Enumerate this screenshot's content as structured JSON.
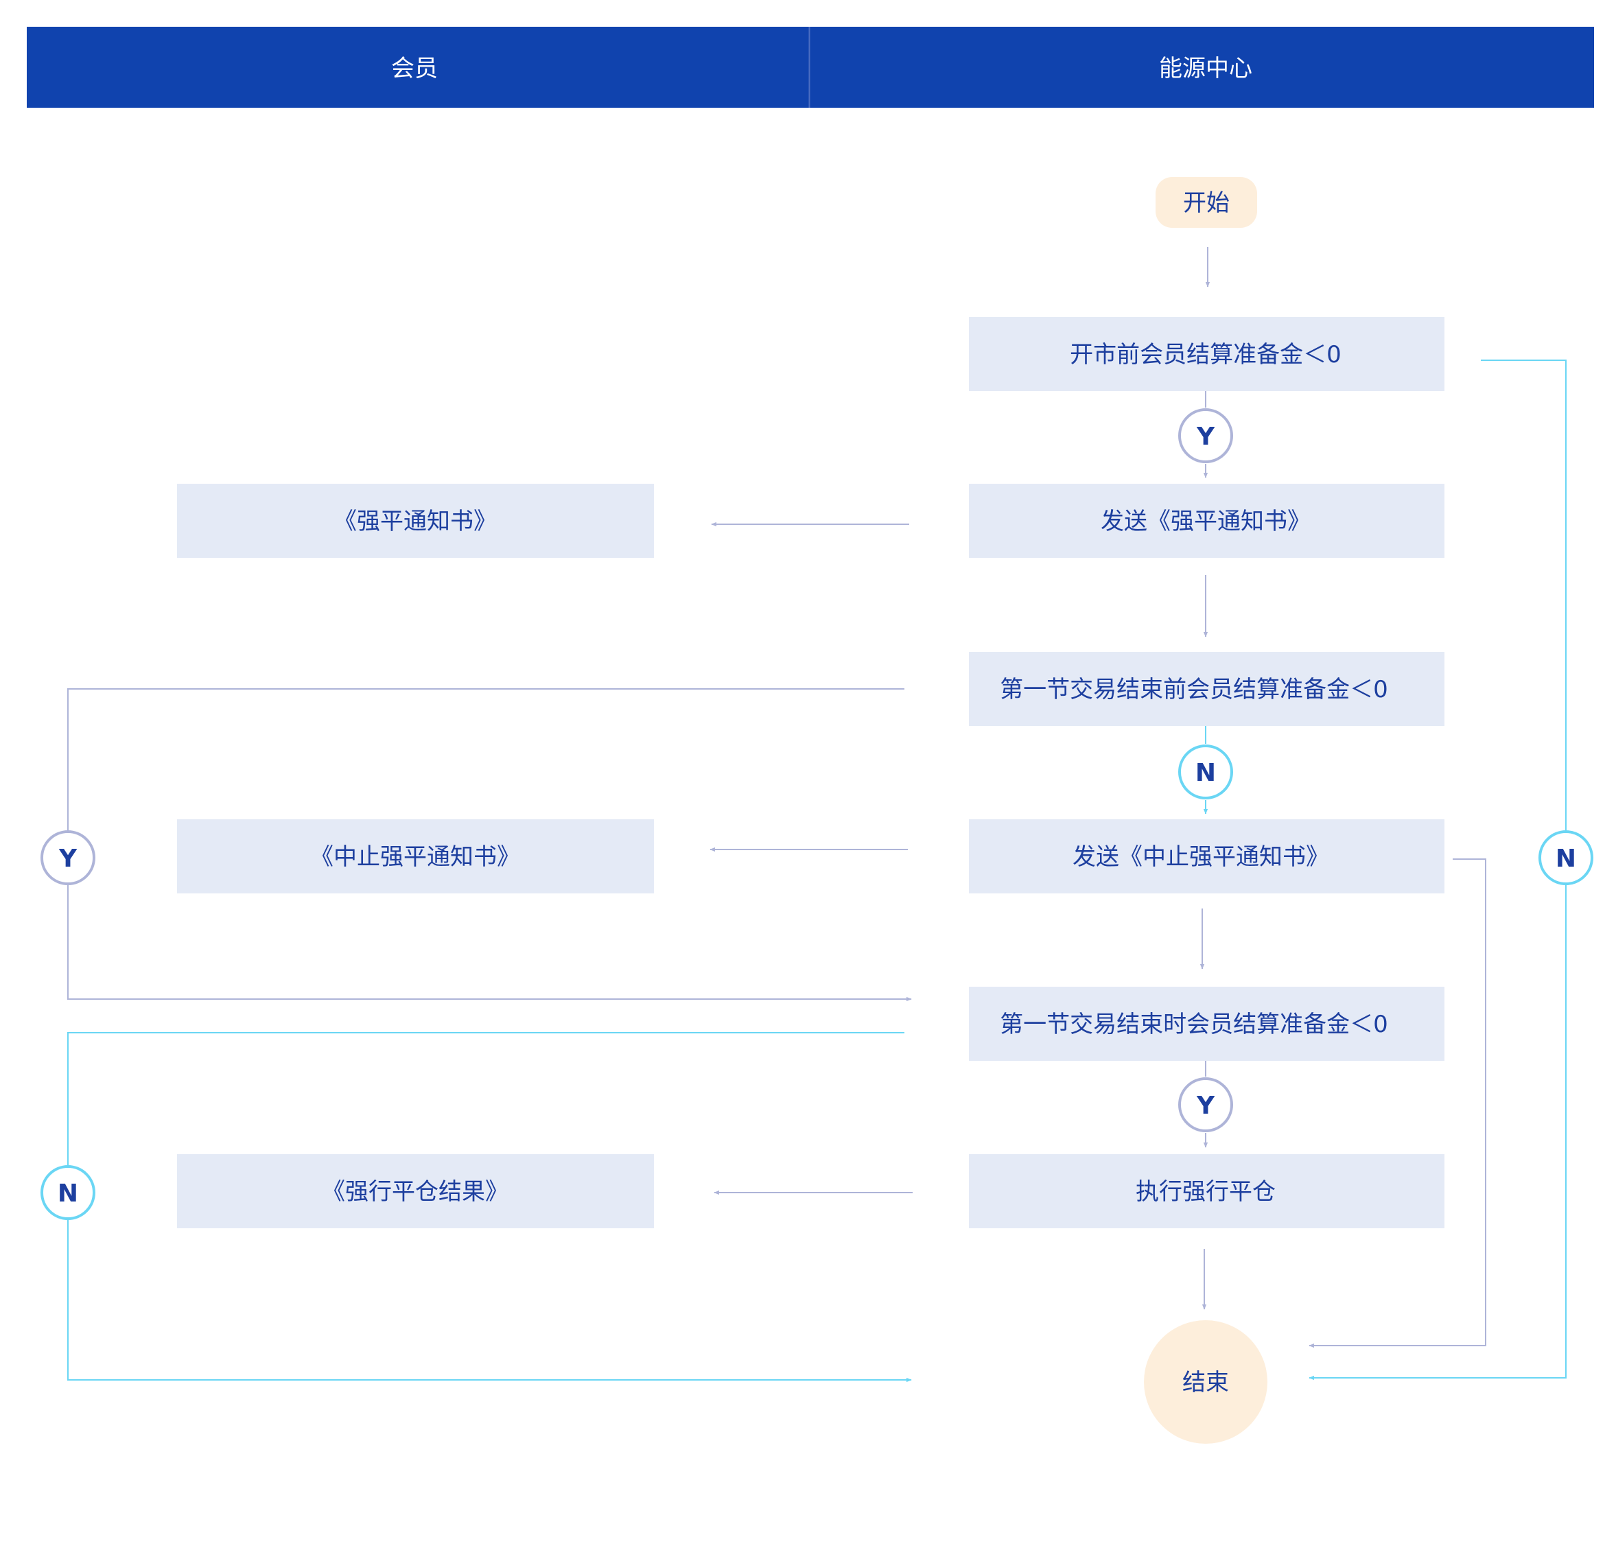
{
  "header": {
    "member_lane": "会员",
    "energy_lane": "能源中心"
  },
  "nodes": {
    "start": "开始",
    "check_before_open": "开市前会员结算准备金＜0",
    "send_notice": "发送《强平通知书》",
    "check_before_first_end": "第一节交易结束前会员结算准备金＜0",
    "send_stop_notice": "发送《中止强平通知书》",
    "check_at_first_end": "第一节交易结束时会员结算准备金＜0",
    "execute_liquidation": "执行强行平仓",
    "end": "结束"
  },
  "member_docs": {
    "notice": "《强平通知书》",
    "stop_notice": "《中止强平通知书》",
    "result": "《强行平仓结果》"
  },
  "decisions": {
    "yes": "Y",
    "no": "N"
  },
  "colors": {
    "header_bg": "#1043ae",
    "box_bg": "#e4eaf6",
    "box_text": "#1d3f9f",
    "terminal_bg": "#fdeedb",
    "line_gray": "#aeb4d8",
    "line_cyan": "#6ad6f4",
    "circle_gray": "#aeb4d8",
    "circle_cyan": "#6ad6f4"
  }
}
